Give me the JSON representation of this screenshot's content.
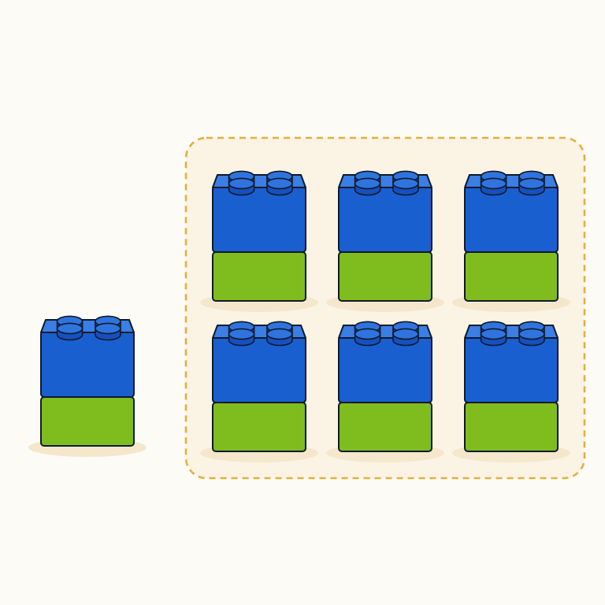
{
  "colors": {
    "background": "#fdfbf5",
    "group_fill": "#fbf3e4",
    "group_border": "#e2b13c",
    "shadow": "#f4e7cb",
    "blue_front": "#1a5fd0",
    "blue_top": "#3a7ee6",
    "blue_side": "#124fb3",
    "stud_top": "#2f74de",
    "stud_side": "#1650be",
    "green_front": "#7fbc1d",
    "green_side": "#6aa312",
    "outline": "#0f1a2a"
  },
  "scene": {
    "loose_stacks": 1,
    "grouped_stacks": 6,
    "group_layout": {
      "rows": 2,
      "columns": 3
    },
    "stack_composition": [
      "blue",
      "green"
    ],
    "studs_per_brick": 4
  }
}
